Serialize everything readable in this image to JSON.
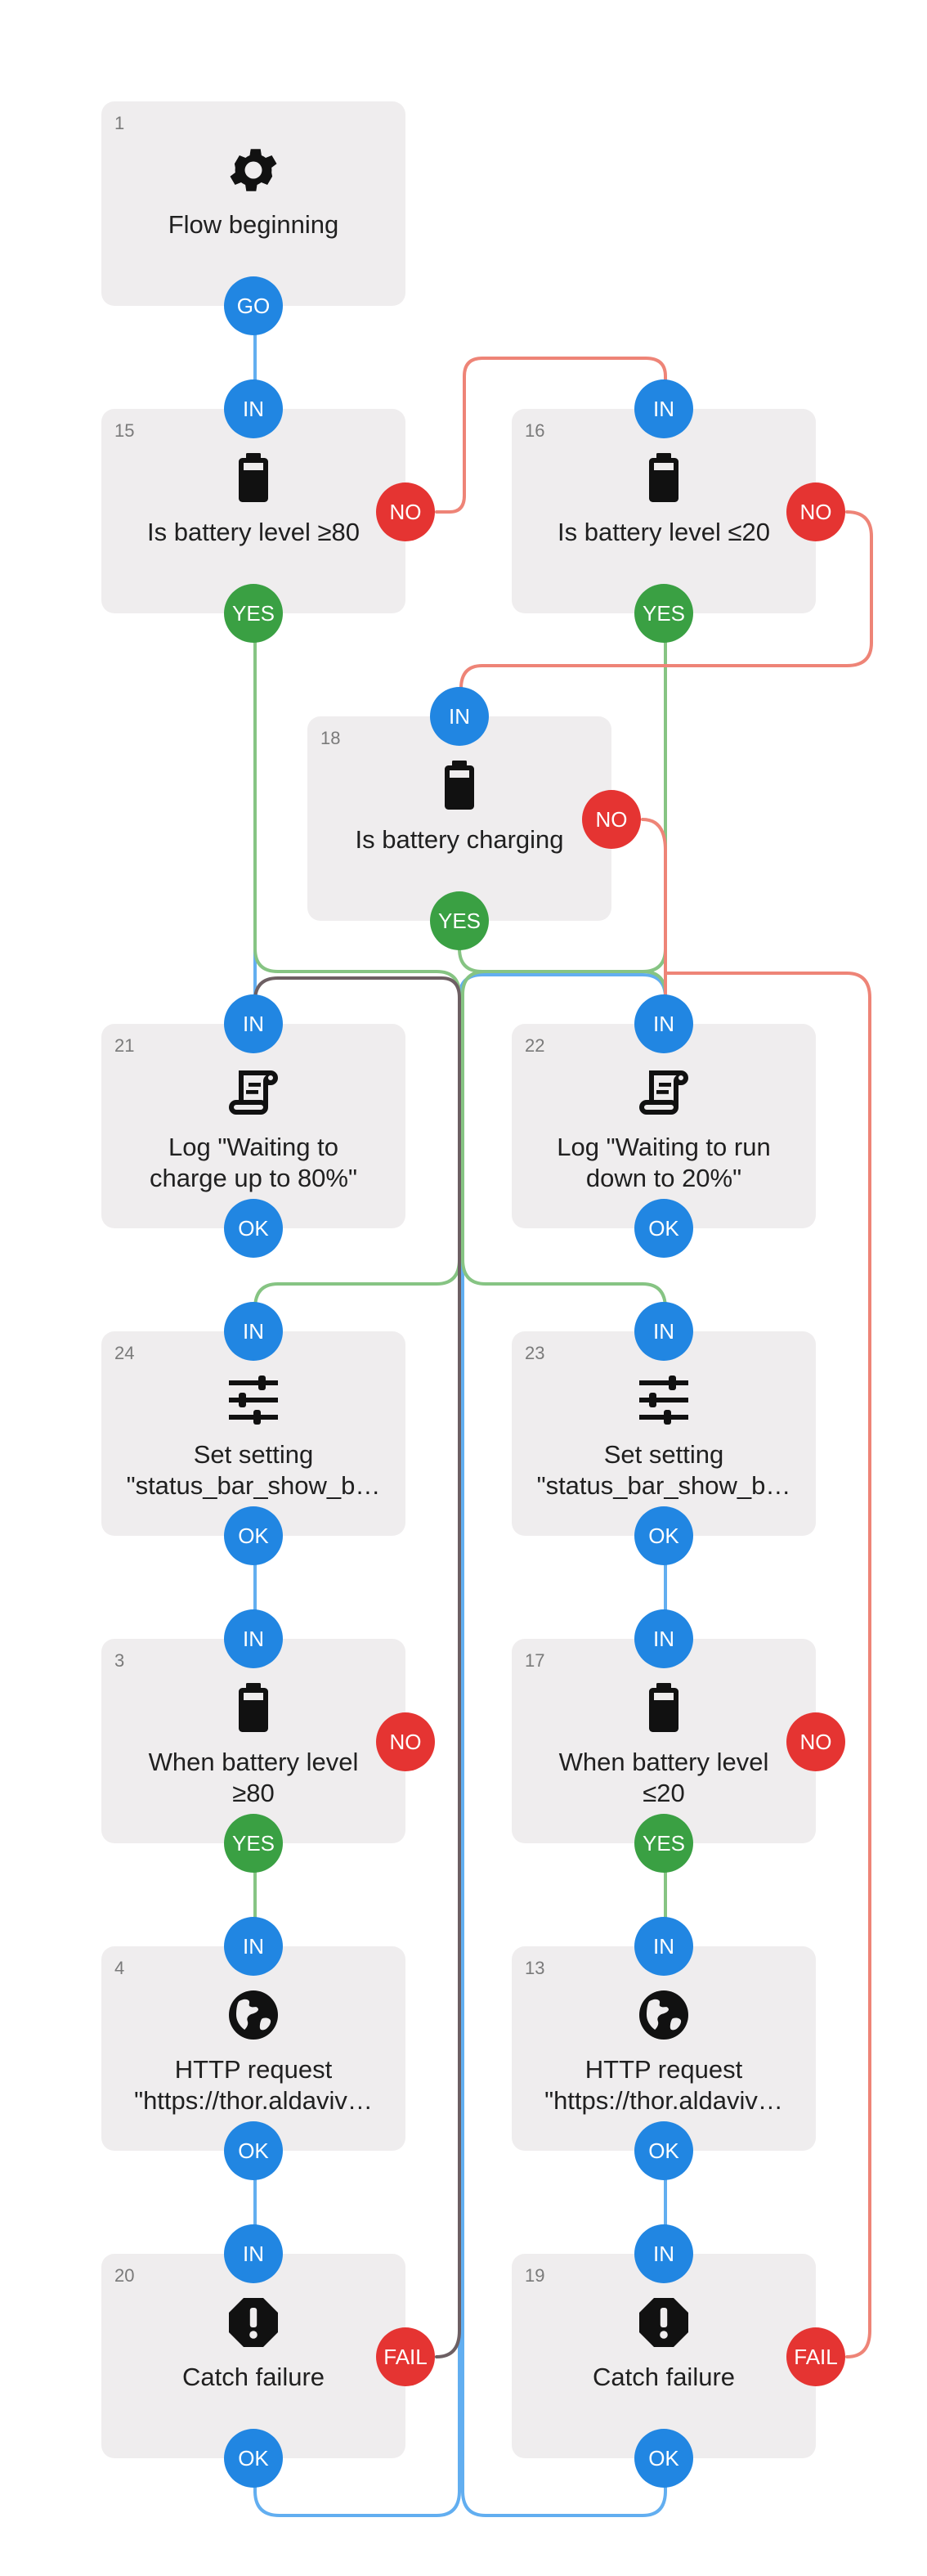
{
  "colors": {
    "node_bg": "#efedee",
    "in_port": "#2186e2",
    "yes_port": "#3aa043",
    "no_port": "#e53432",
    "wire_blue": "#62aef0",
    "wire_green": "#86c483",
    "wire_red": "#ee8477",
    "wire_dark": "#6d5f63"
  },
  "nodes": [
    {
      "id": "1",
      "title": "Flow beginning",
      "icon": "gear-icon",
      "ports": {
        "out_go": "GO"
      }
    },
    {
      "id": "15",
      "title": "Is battery level ≥80",
      "icon": "battery-icon",
      "ports": {
        "in": "IN",
        "no": "NO",
        "yes": "YES"
      }
    },
    {
      "id": "16",
      "title": "Is battery level ≤20",
      "icon": "battery-icon",
      "ports": {
        "in": "IN",
        "no": "NO",
        "yes": "YES"
      }
    },
    {
      "id": "18",
      "title": "Is battery charging",
      "icon": "battery-icon",
      "ports": {
        "in": "IN",
        "no": "NO",
        "yes": "YES"
      }
    },
    {
      "id": "21",
      "title": "Log \"Waiting to\ncharge up to 80%\"",
      "icon": "scroll-icon",
      "ports": {
        "in": "IN",
        "ok": "OK"
      }
    },
    {
      "id": "22",
      "title": "Log \"Waiting to run\ndown to 20%\"",
      "icon": "scroll-icon",
      "ports": {
        "in": "IN",
        "ok": "OK"
      }
    },
    {
      "id": "24",
      "title": "Set setting\n\"status_bar_show_b…",
      "icon": "sliders-icon",
      "ports": {
        "in": "IN",
        "ok": "OK"
      }
    },
    {
      "id": "23",
      "title": "Set setting\n\"status_bar_show_b…",
      "icon": "sliders-icon",
      "ports": {
        "in": "IN",
        "ok": "OK"
      }
    },
    {
      "id": "3",
      "title": "When battery level\n≥80",
      "icon": "battery-icon",
      "ports": {
        "in": "IN",
        "no": "NO",
        "yes": "YES"
      }
    },
    {
      "id": "17",
      "title": "When battery level\n≤20",
      "icon": "battery-icon",
      "ports": {
        "in": "IN",
        "no": "NO",
        "yes": "YES"
      }
    },
    {
      "id": "4",
      "title": "HTTP request\n\"https://thor.aldaviv…",
      "icon": "globe-icon",
      "ports": {
        "in": "IN",
        "ok": "OK"
      }
    },
    {
      "id": "13",
      "title": "HTTP request\n\"https://thor.aldaviv…",
      "icon": "globe-icon",
      "ports": {
        "in": "IN",
        "ok": "OK"
      }
    },
    {
      "id": "20",
      "title": "Catch failure",
      "icon": "alert-icon",
      "ports": {
        "in": "IN",
        "fail": "FAIL",
        "ok": "OK"
      }
    },
    {
      "id": "19",
      "title": "Catch failure",
      "icon": "alert-icon",
      "ports": {
        "in": "IN",
        "fail": "FAIL",
        "ok": "OK"
      }
    }
  ]
}
